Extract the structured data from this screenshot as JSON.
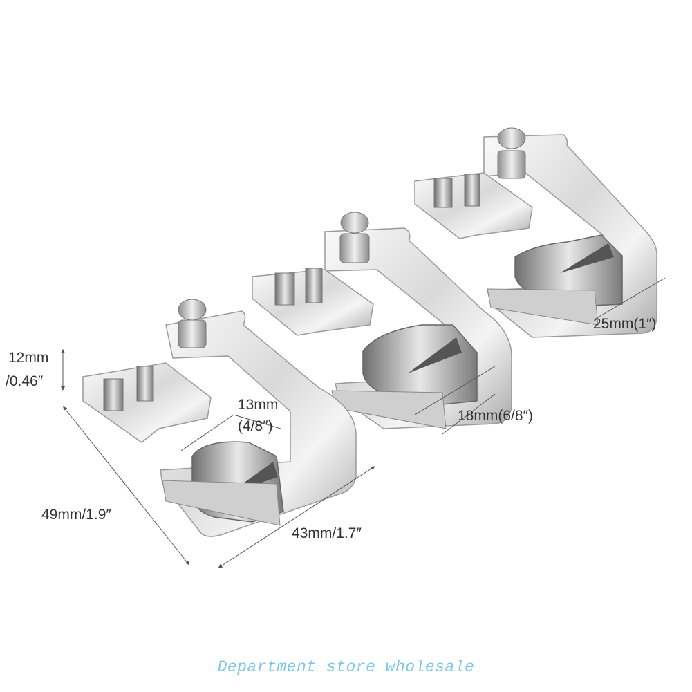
{
  "measurements": {
    "height_metric": "12mm",
    "height_imperial": "/0.46″",
    "small_width_metric": "13mm",
    "small_width_imperial": "(4/8″)",
    "length": "49mm/1.9″",
    "width": "43mm/1.7″",
    "medium_width": "18mm(6/8″)",
    "large_width": "25mm(1″)"
  },
  "watermark": "Department store wholesale",
  "colors": {
    "metal_light": "#f2f2f2",
    "metal_mid": "#c8c8c8",
    "metal_dark": "#8a8a8a",
    "dimension_line": "#555555",
    "watermark": "#7cc8e8"
  }
}
